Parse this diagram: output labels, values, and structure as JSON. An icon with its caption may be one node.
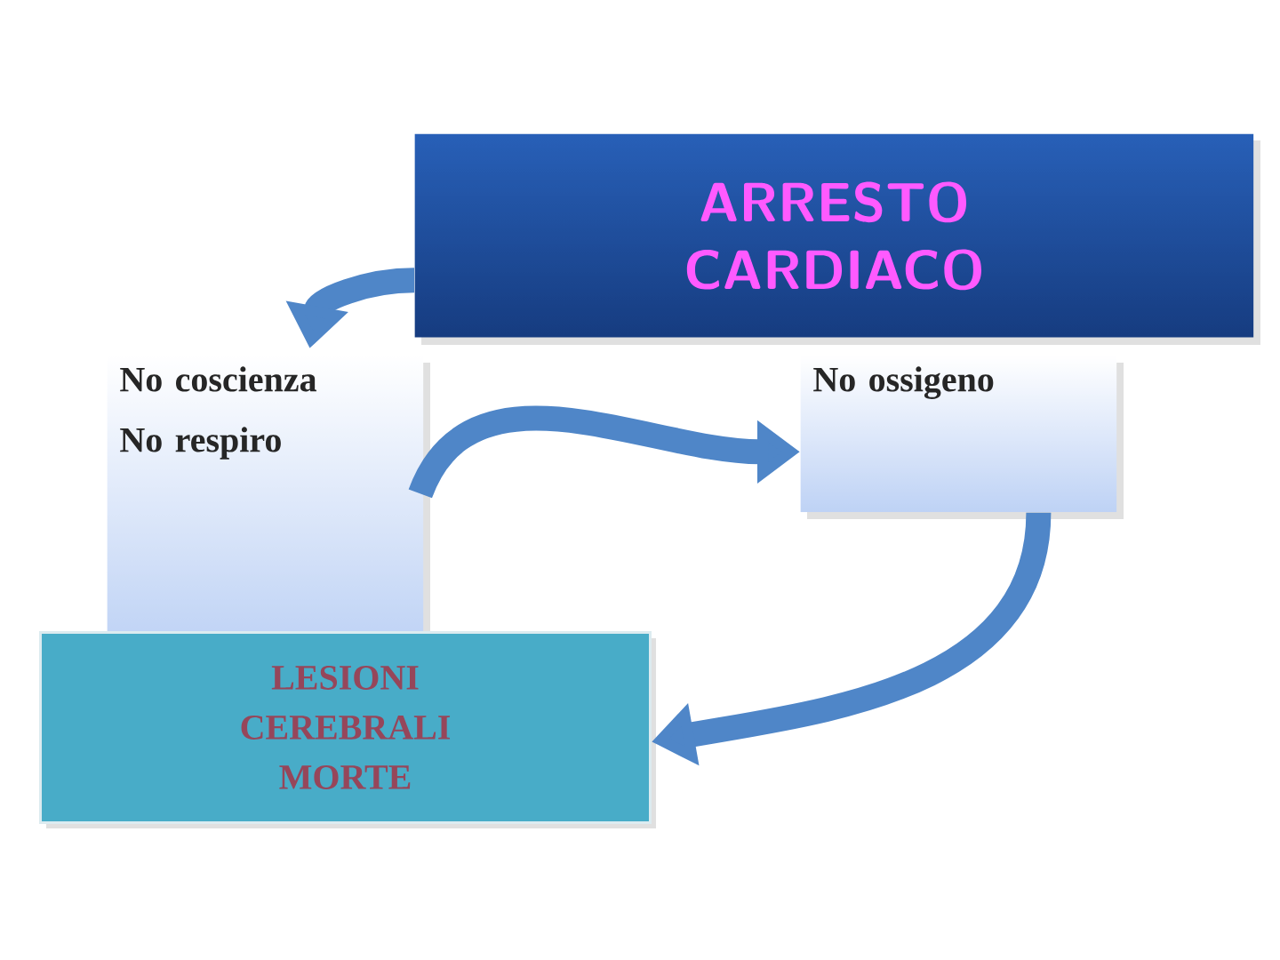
{
  "diagram": {
    "nodes": [
      {
        "text": [
          "ARRESTO CARDIACO"
        ]
      },
      {
        "text": [
          "No coscienza No respiro"
        ]
      },
      {
        "text": [
          "No ossigeno"
        ]
      },
      {
        "text": [
          "LESIONI CEREBRALI MORTE"
        ]
      }
    ],
    "edges": [
      {
        "from": 0,
        "to": 1,
        "arrow": "to"
      },
      {
        "from": 1,
        "to": 2,
        "arrow": "to"
      },
      {
        "from": 2,
        "to": 3,
        "arrow": "to"
      }
    ]
  }
}
